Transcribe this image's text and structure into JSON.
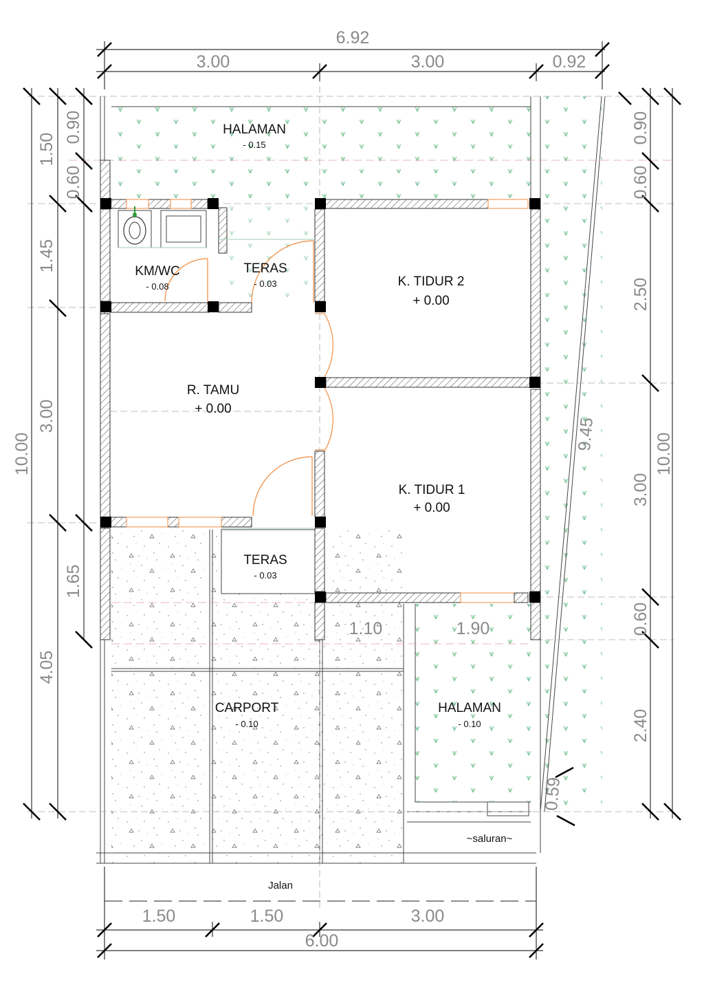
{
  "dimensions": {
    "top_total": "6.92",
    "top_parts": [
      "3.00",
      "3.00",
      "0.92"
    ],
    "bottom_total": "6.00",
    "bottom_parts": [
      "1.50",
      "1.50",
      "3.00"
    ],
    "left_total": "10.00",
    "left_parts_outer": [
      "1.50",
      "3.00",
      "4.05"
    ],
    "left_parts_inner": [
      "0.90",
      "0.60",
      "1.45",
      "1.65"
    ],
    "right_total": "10.00",
    "right_parts": [
      "0.90",
      "0.60",
      "2.50",
      "3.00",
      "0.60",
      "2.40"
    ],
    "diagonal": "9.45",
    "diagonal_small": "0.59",
    "inner_a": "1.10",
    "inner_b": "1.90"
  },
  "rooms": [
    {
      "id": "halaman-top",
      "name": "HALAMAN",
      "level": "- 0.15"
    },
    {
      "id": "kmwc",
      "name": "KM/WC",
      "level": "- 0.08"
    },
    {
      "id": "teras-top",
      "name": "TERAS",
      "level": "- 0.03"
    },
    {
      "id": "ktidur2",
      "name": "K. TIDUR 2",
      "level": "+ 0.00"
    },
    {
      "id": "rtamu",
      "name": "R. TAMU",
      "level": "+ 0.00"
    },
    {
      "id": "ktidur1",
      "name": "K. TIDUR 1",
      "level": "+ 0.00"
    },
    {
      "id": "teras-bottom",
      "name": "TERAS",
      "level": "- 0.03"
    },
    {
      "id": "carport",
      "name": "CARPORT",
      "level": "- 0.10"
    },
    {
      "id": "halaman-bottom",
      "name": "HALAMAN",
      "level": "- 0.10"
    }
  ],
  "labels": {
    "saluran": "~saluran~",
    "jalan": "Jalan"
  },
  "colors": {
    "door": "#f08a3c",
    "grass": "#6fbf8f",
    "dim": "#8a8a8a"
  }
}
